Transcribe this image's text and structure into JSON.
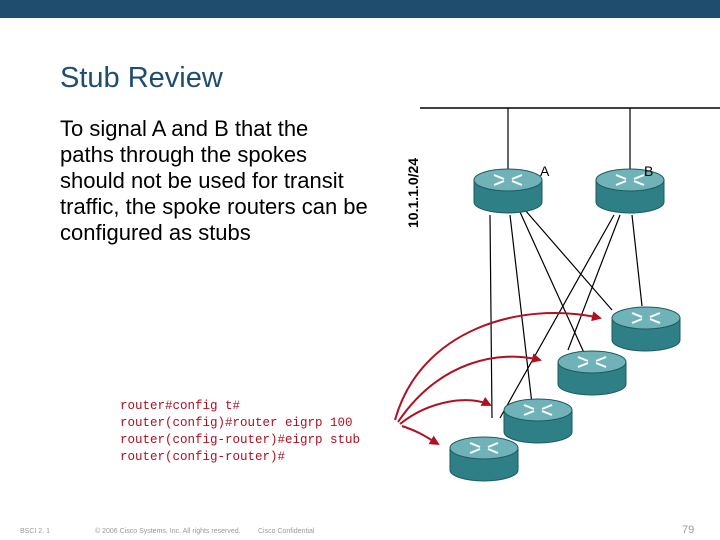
{
  "slide": {
    "title": "Stub Review",
    "body_lines": [
      "To signal A and B that the",
      "paths through the spokes",
      "should not be used for transit",
      "traffic, the spoke routers can be",
      "configured as stubs"
    ],
    "subnet_label": "10.1.1.0/24",
    "router_labels": {
      "a": "A",
      "b": "B"
    },
    "cli_lines": [
      "router#config t#",
      "router(config)#router eigrp 100",
      "router(config-router)#eigrp stub",
      "router(config-router)#"
    ]
  },
  "footer": {
    "course": "BSCI 2. 1",
    "copyright": "© 2006 Cisco Systems, Inc. All rights reserved.",
    "confidential": "Cisco Confidential",
    "page": "79"
  },
  "colors": {
    "brand": "#1f4d6e",
    "cli_text": "#b01020",
    "arrow": "#b01020",
    "router_body": "#2f7f86",
    "router_top": "#6fb3b8"
  },
  "icons": [
    "router-icon",
    "arrow"
  ]
}
